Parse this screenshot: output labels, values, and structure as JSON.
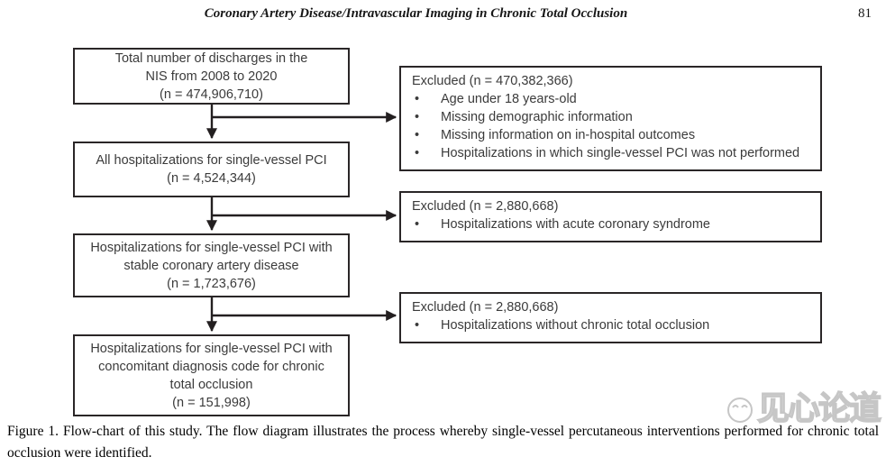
{
  "header": {
    "title": "Coronary Artery Disease/Intravascular Imaging in Chronic Total Occlusion",
    "page_number": "81"
  },
  "flowchart": {
    "main_boxes": [
      {
        "text": "Total number of discharges in the\nNIS from 2008 to 2020\n(n = 474,906,710)"
      },
      {
        "text": "All hospitalizations for single-vessel PCI\n(n = 4,524,344)"
      },
      {
        "text": "Hospitalizations for single-vessel PCI with\nstable coronary artery disease\n(n = 1,723,676)"
      },
      {
        "text": "Hospitalizations for single-vessel PCI with\nconcomitant diagnosis code for chronic\ntotal occlusion\n(n = 151,998)"
      }
    ],
    "excluded_boxes": [
      {
        "title": "Excluded (n = 470,382,366)",
        "bullets": [
          "Age under 18 years-old",
          "Missing demographic information",
          "Missing information on in-hospital outcomes",
          "Hospitalizations in which single-vessel PCI was not performed"
        ]
      },
      {
        "title": "Excluded (n = 2,880,668)",
        "bullets": [
          "Hospitalizations with acute coronary syndrome"
        ]
      },
      {
        "title": "Excluded (n = 2,880,668)",
        "bullets": [
          "Hospitalizations without chronic total occlusion"
        ]
      }
    ]
  },
  "caption": "Figure 1. Flow-chart of this study. The flow diagram illustrates the process whereby single-vessel percutaneous interventions performed for chronic total occlusion were identified.",
  "watermark": {
    "text": "见心论道"
  },
  "colors": {
    "line": "#231f20",
    "border": "#2a2627",
    "box_text": "#3b3b3b",
    "watermark": "#c6c6c6"
  }
}
